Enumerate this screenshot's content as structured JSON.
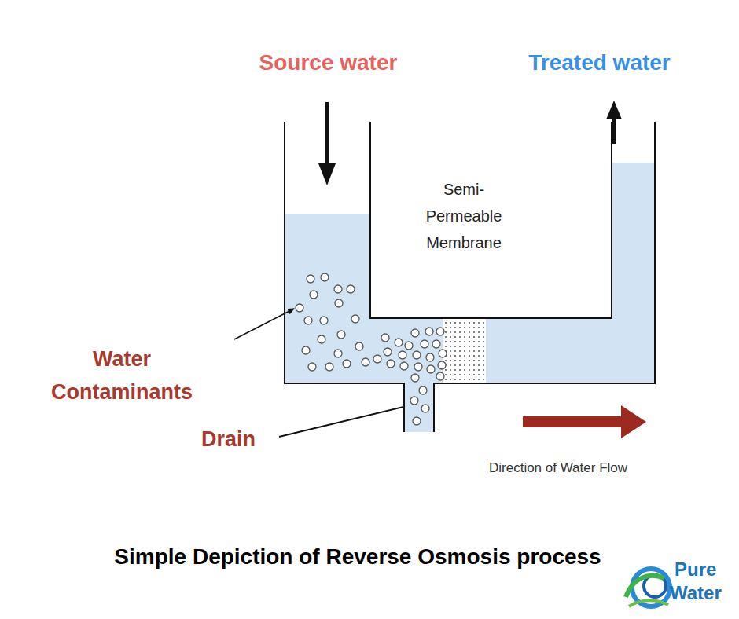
{
  "diagram": {
    "caption": "Simple Depiction of Reverse Osmosis process",
    "labels": [
      "Source water",
      "Treated water",
      "Semi-Permeable Membrane",
      "Water Contaminants",
      "Drain",
      "Direction of Water Flow",
      "Pure",
      "Water"
    ]
  }
}
